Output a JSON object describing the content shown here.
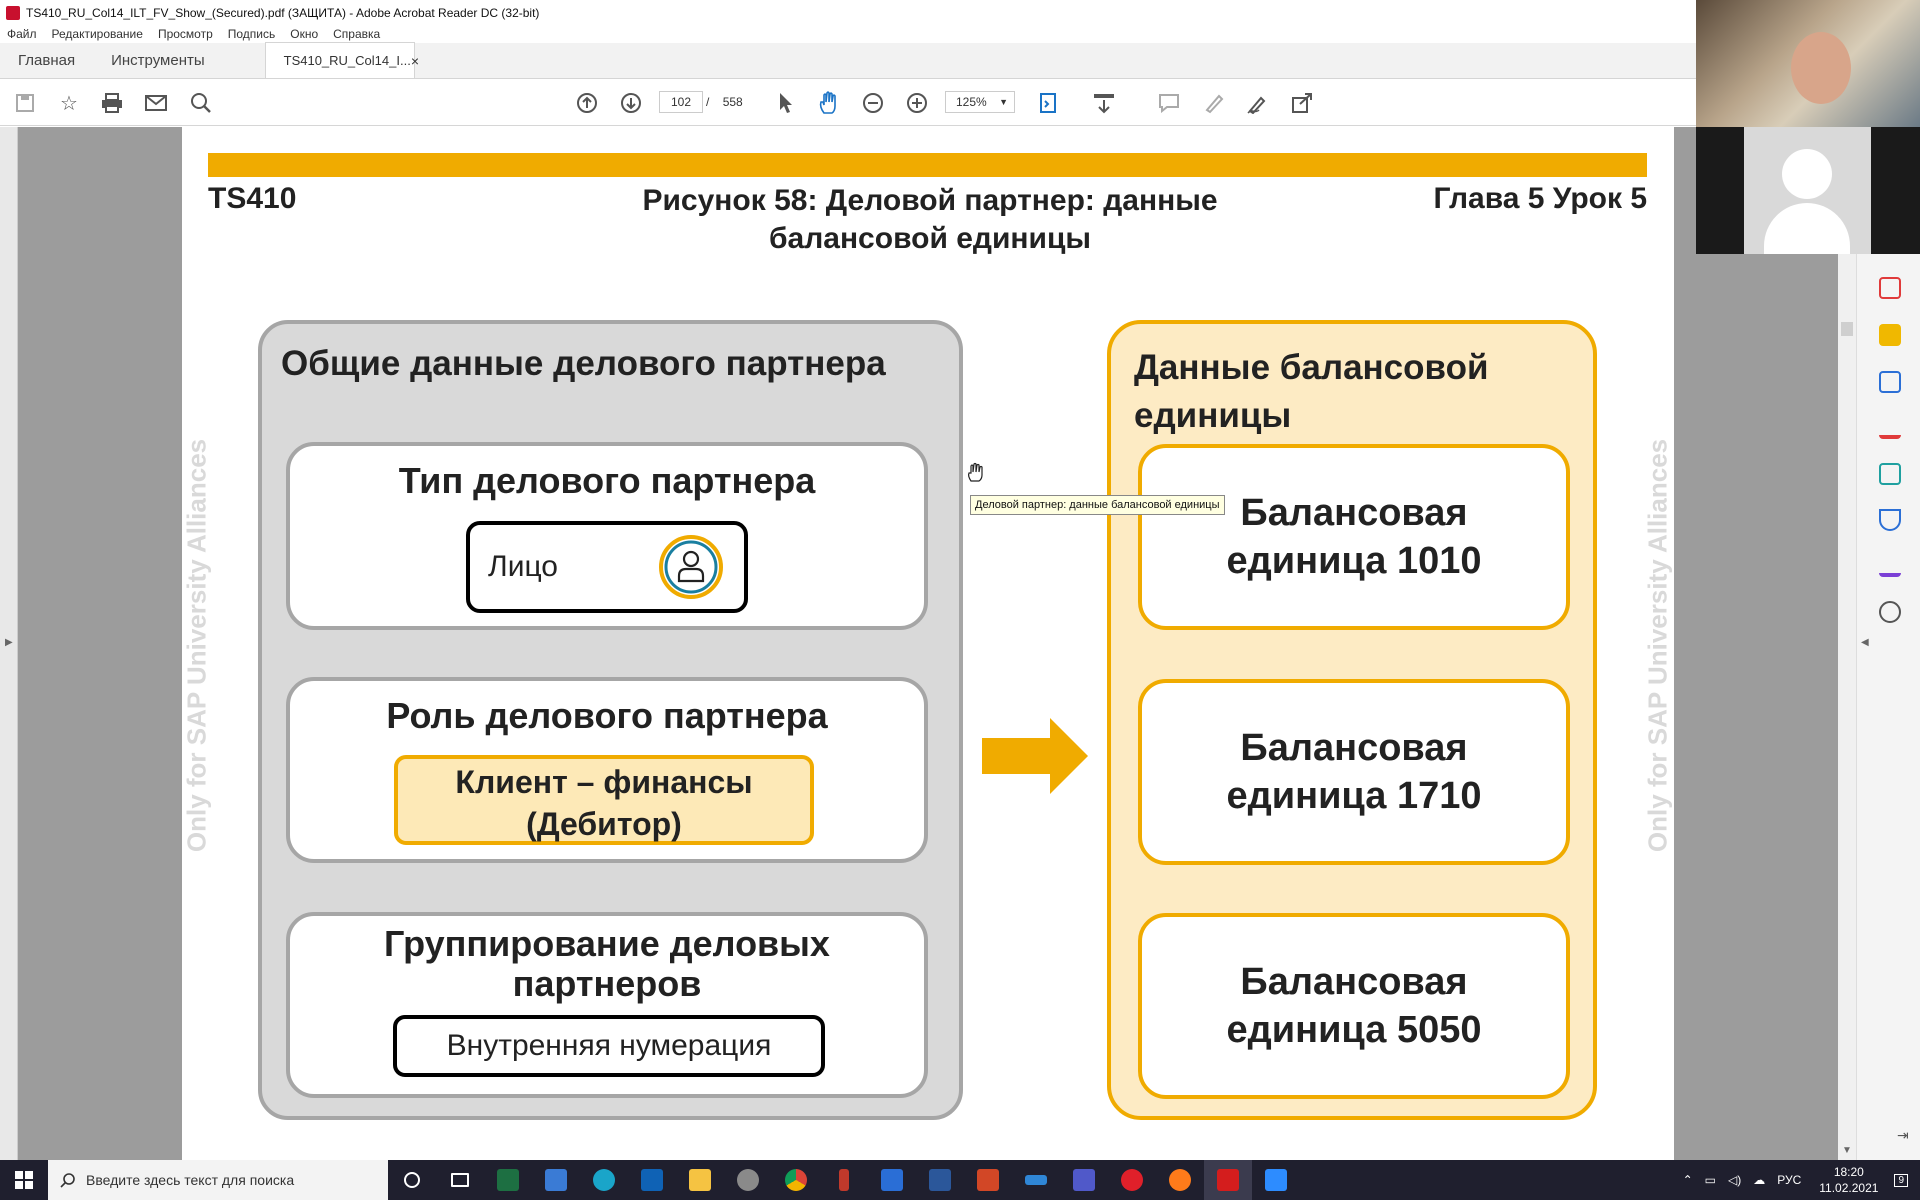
{
  "window": {
    "title": "TS410_RU_Col14_ILT_FV_Show_(Secured).pdf (ЗАЩИТА) - Adobe Acrobat Reader DC (32-bit)"
  },
  "menu": [
    "Файл",
    "Редактирование",
    "Просмотр",
    "Подпись",
    "Окно",
    "Справка"
  ],
  "tabs": {
    "home": "Главная",
    "tools": "Инструменты",
    "document": "TS410_RU_Col14_I...",
    "close": "×"
  },
  "toolbar": {
    "page_current": "102",
    "page_separator": "/",
    "page_total": "558",
    "zoom": "125%",
    "icons": [
      "save-icon",
      "star-icon",
      "print-icon",
      "mail-icon",
      "search-icon",
      "page-up-icon",
      "page-down-icon",
      "select-icon",
      "hand-icon",
      "zoom-out-icon",
      "zoom-in-icon",
      "fit-page-icon",
      "scroll-mode-icon",
      "comment-icon",
      "highlight-icon",
      "sign-icon",
      "share-icon"
    ]
  },
  "slide": {
    "course": "TS410",
    "figure_title": "Рисунок 58: Деловой партнер: данные балансовой единицы",
    "chapter": "Глава 5 Урок 5",
    "watermark": "Only for SAP University Alliances",
    "left_panel": {
      "title": "Общие данные делового партнера",
      "bp_type": {
        "title": "Тип делового партнера",
        "value": "Лицо"
      },
      "bp_role": {
        "title": "Роль делового партнера",
        "value": "Клиент – финансы (Дебитор)"
      },
      "bp_grouping": {
        "title": "Группирование деловых партнеров",
        "value": "Внутренняя нумерация"
      }
    },
    "right_panel": {
      "title": "Данные балансовой единицы",
      "units": [
        "Балансовая единица 1010",
        "Балансовая единица 1710",
        "Балансовая единица 5050"
      ]
    }
  },
  "tooltip": "Деловой партнер: данные балансовой единицы",
  "taskbar": {
    "search_placeholder": "Введите здесь текст для поиска",
    "language": "РУС",
    "time": "18:20",
    "date": "11.02.2021",
    "notifications": "9"
  },
  "colors": {
    "sap_gold": "#f0ab00",
    "gold_fill": "#fdebc4",
    "panel_gray": "#d9d9d9",
    "viewer_gray": "#9c9c9c"
  }
}
